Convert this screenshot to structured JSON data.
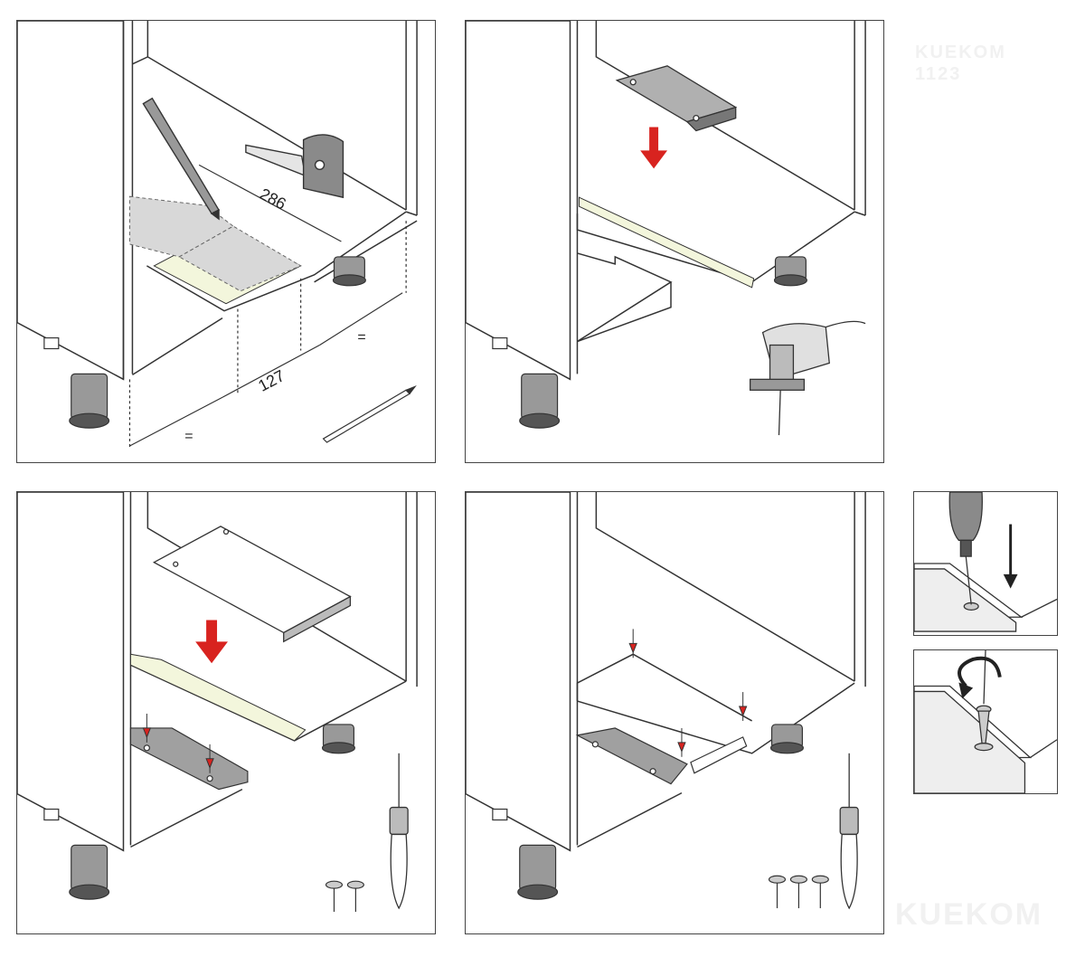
{
  "watermark": {
    "top": "KUEKOM\n1123",
    "bottom": "KUEKOM"
  },
  "step1": {
    "dimensions": {
      "depth": "286",
      "width": "127",
      "equal_left": "=",
      "equal_right": "="
    }
  },
  "colors": {
    "outline": "#333333",
    "panel_fill": "#ffffff",
    "highlight": "#f3f6dc",
    "cutout_shade": "#d8d8d8",
    "arrow_red": "#d8231f",
    "tool_grey": "#8a8a8a"
  },
  "icons": [
    "pencil-icon",
    "tape-measure-icon",
    "jigsaw-icon",
    "screwdriver-icon",
    "screw-icon",
    "rotate-arrow-icon",
    "down-arrow-icon"
  ]
}
